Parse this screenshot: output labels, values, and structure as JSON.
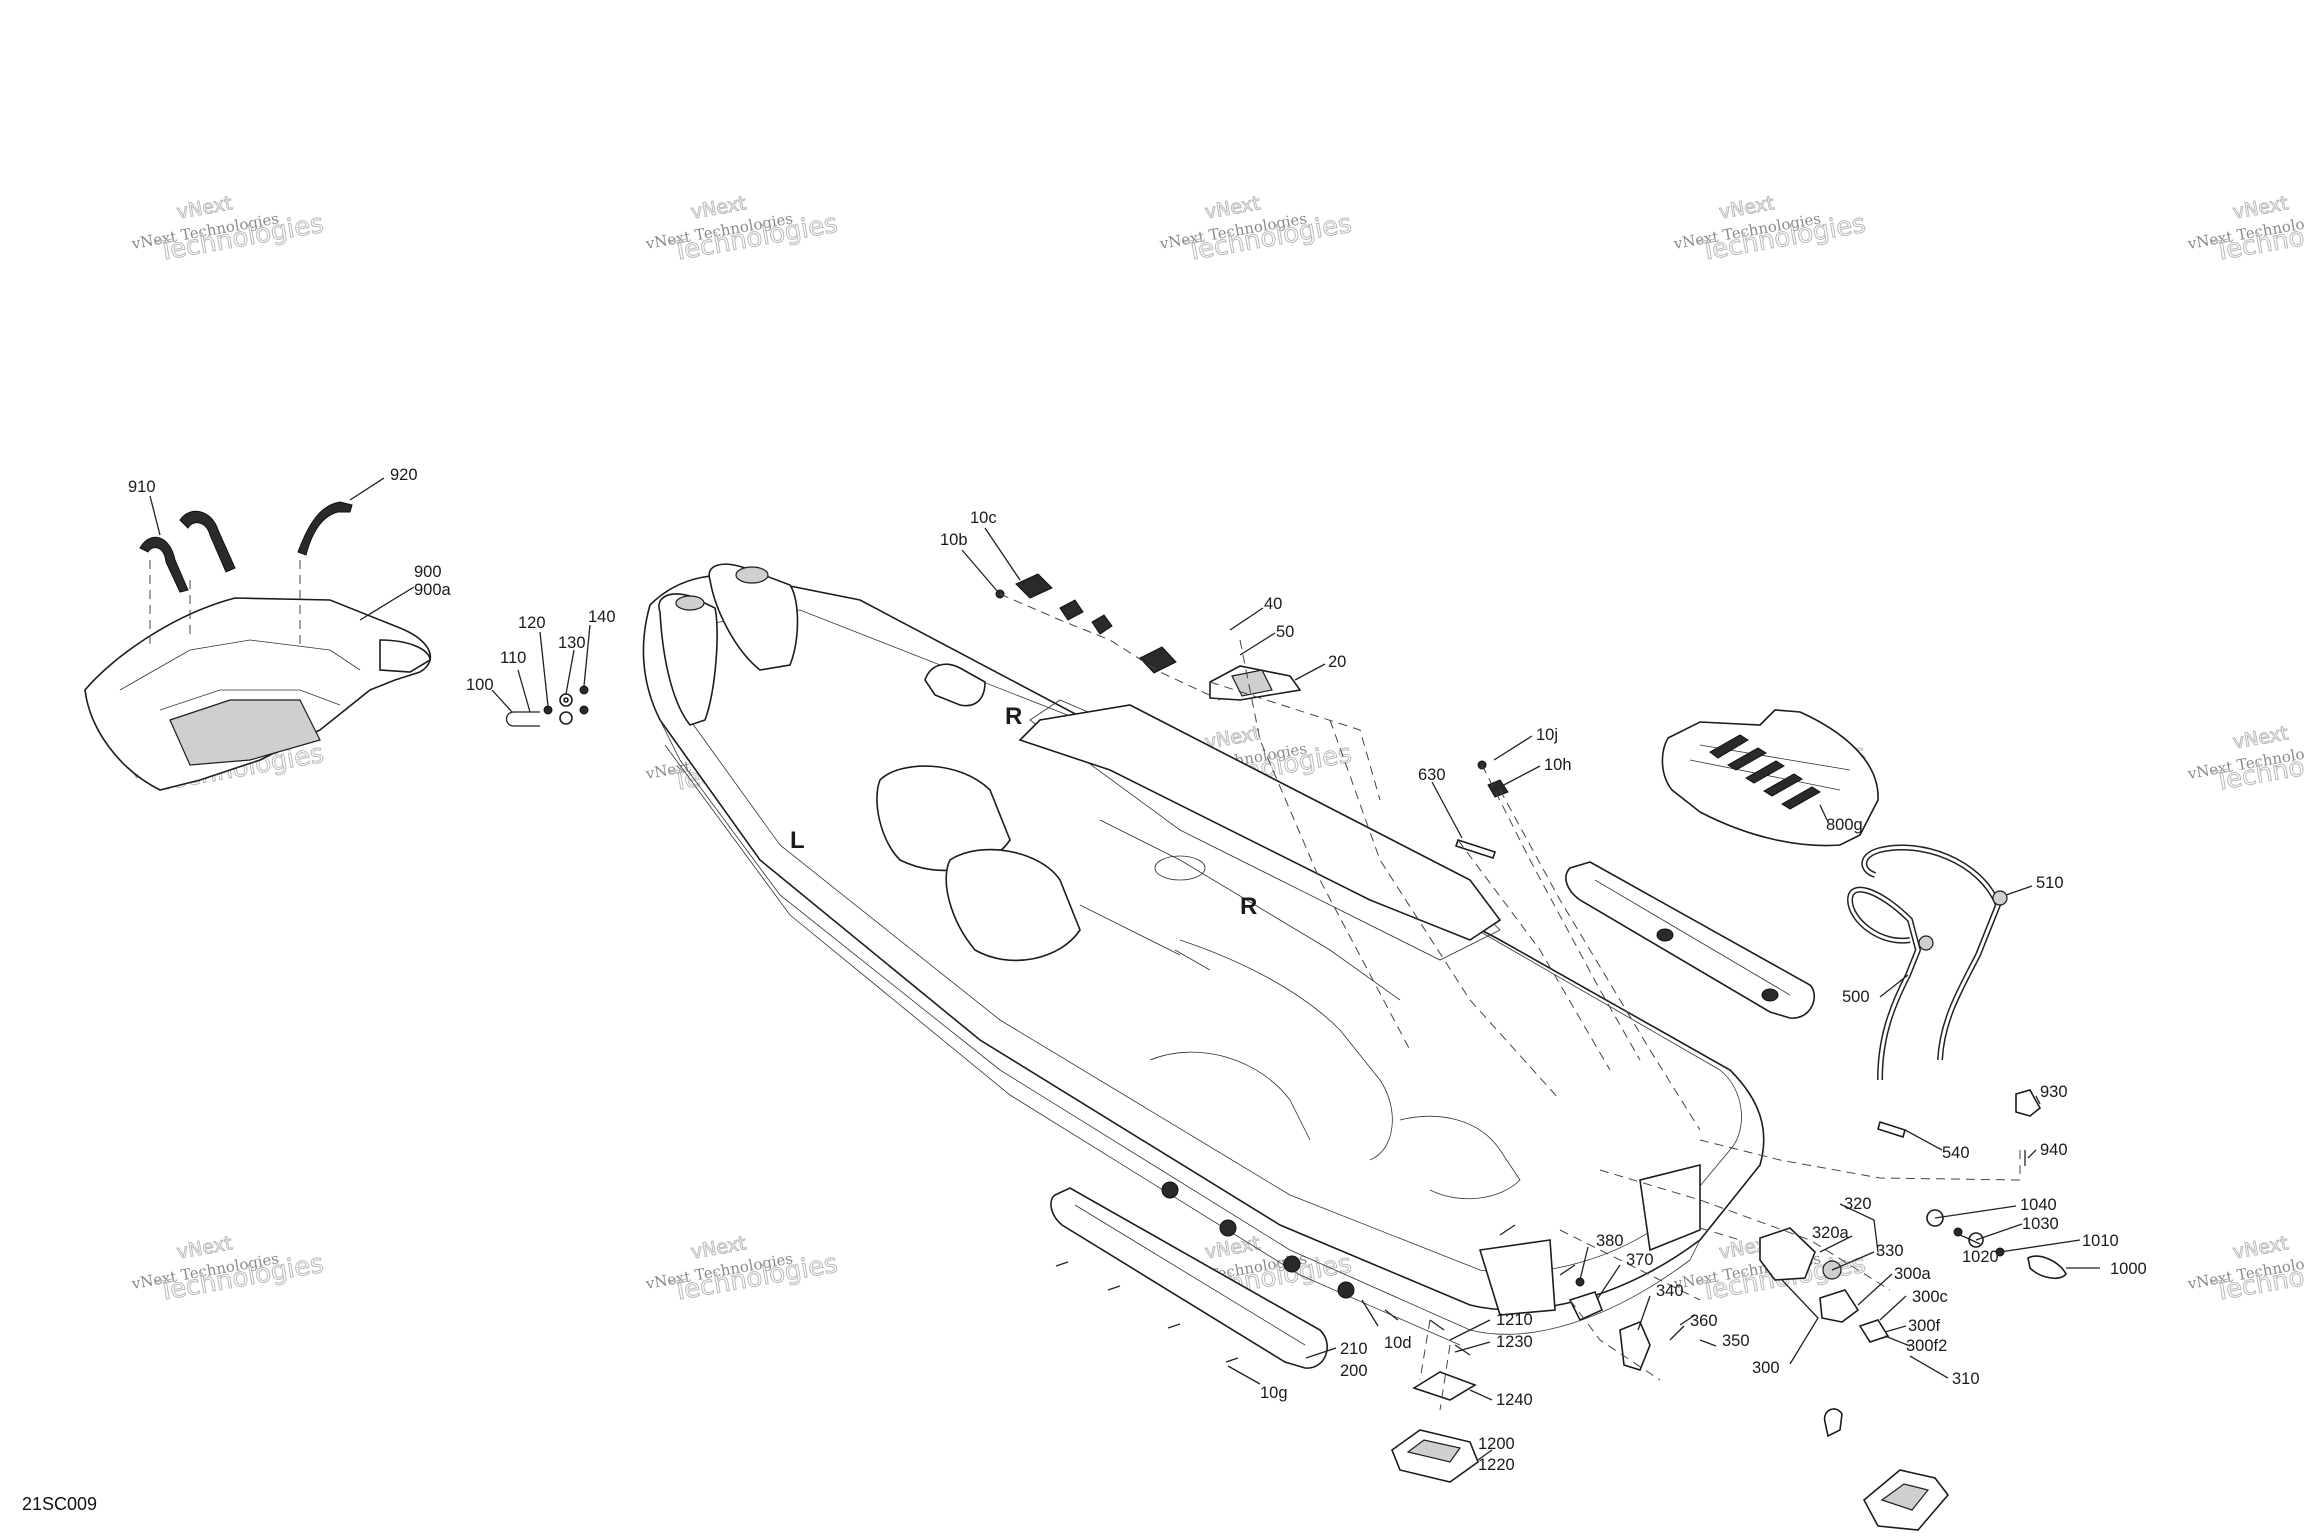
{
  "diagram": {
    "code": "21SC009",
    "watermark": {
      "line1": "vNext",
      "line2": "vNext Technologies",
      "line3": "Technologies"
    },
    "callouts": {
      "c910": "910",
      "c920": "920",
      "c900": "900",
      "c900a": "900a",
      "c120": "120",
      "c140": "140",
      "c130": "130",
      "c110": "110",
      "c100": "100",
      "c10c": "10c",
      "c10b": "10b",
      "c40": "40",
      "c50": "50",
      "c20": "20",
      "c10j": "10j",
      "c10h": "10h",
      "c630": "630",
      "c800g": "800g",
      "c510": "510",
      "c500": "500",
      "c930": "930",
      "c540": "540",
      "c940": "940",
      "c320": "320",
      "c320a": "320a",
      "c330": "330",
      "c300a": "300a",
      "c300c": "300c",
      "c300f": "300f",
      "c300f2": "300f2",
      "c300": "300",
      "c310": "310",
      "c1040": "1040",
      "c1030": "1030",
      "c1020": "1020",
      "c1010": "1010",
      "c1000": "1000",
      "c380": "380",
      "c370": "370",
      "c340": "340",
      "c360": "360",
      "c350": "350",
      "c1210": "1210",
      "c1230": "1230",
      "c1240": "1240",
      "c1200": "1200",
      "c1220": "1220",
      "c10d": "10d",
      "c210": "210",
      "c200": "200",
      "c10g": "10g"
    },
    "hull_marks": {
      "r_upper": "R",
      "r_lower": "R",
      "l_left": "L"
    }
  }
}
